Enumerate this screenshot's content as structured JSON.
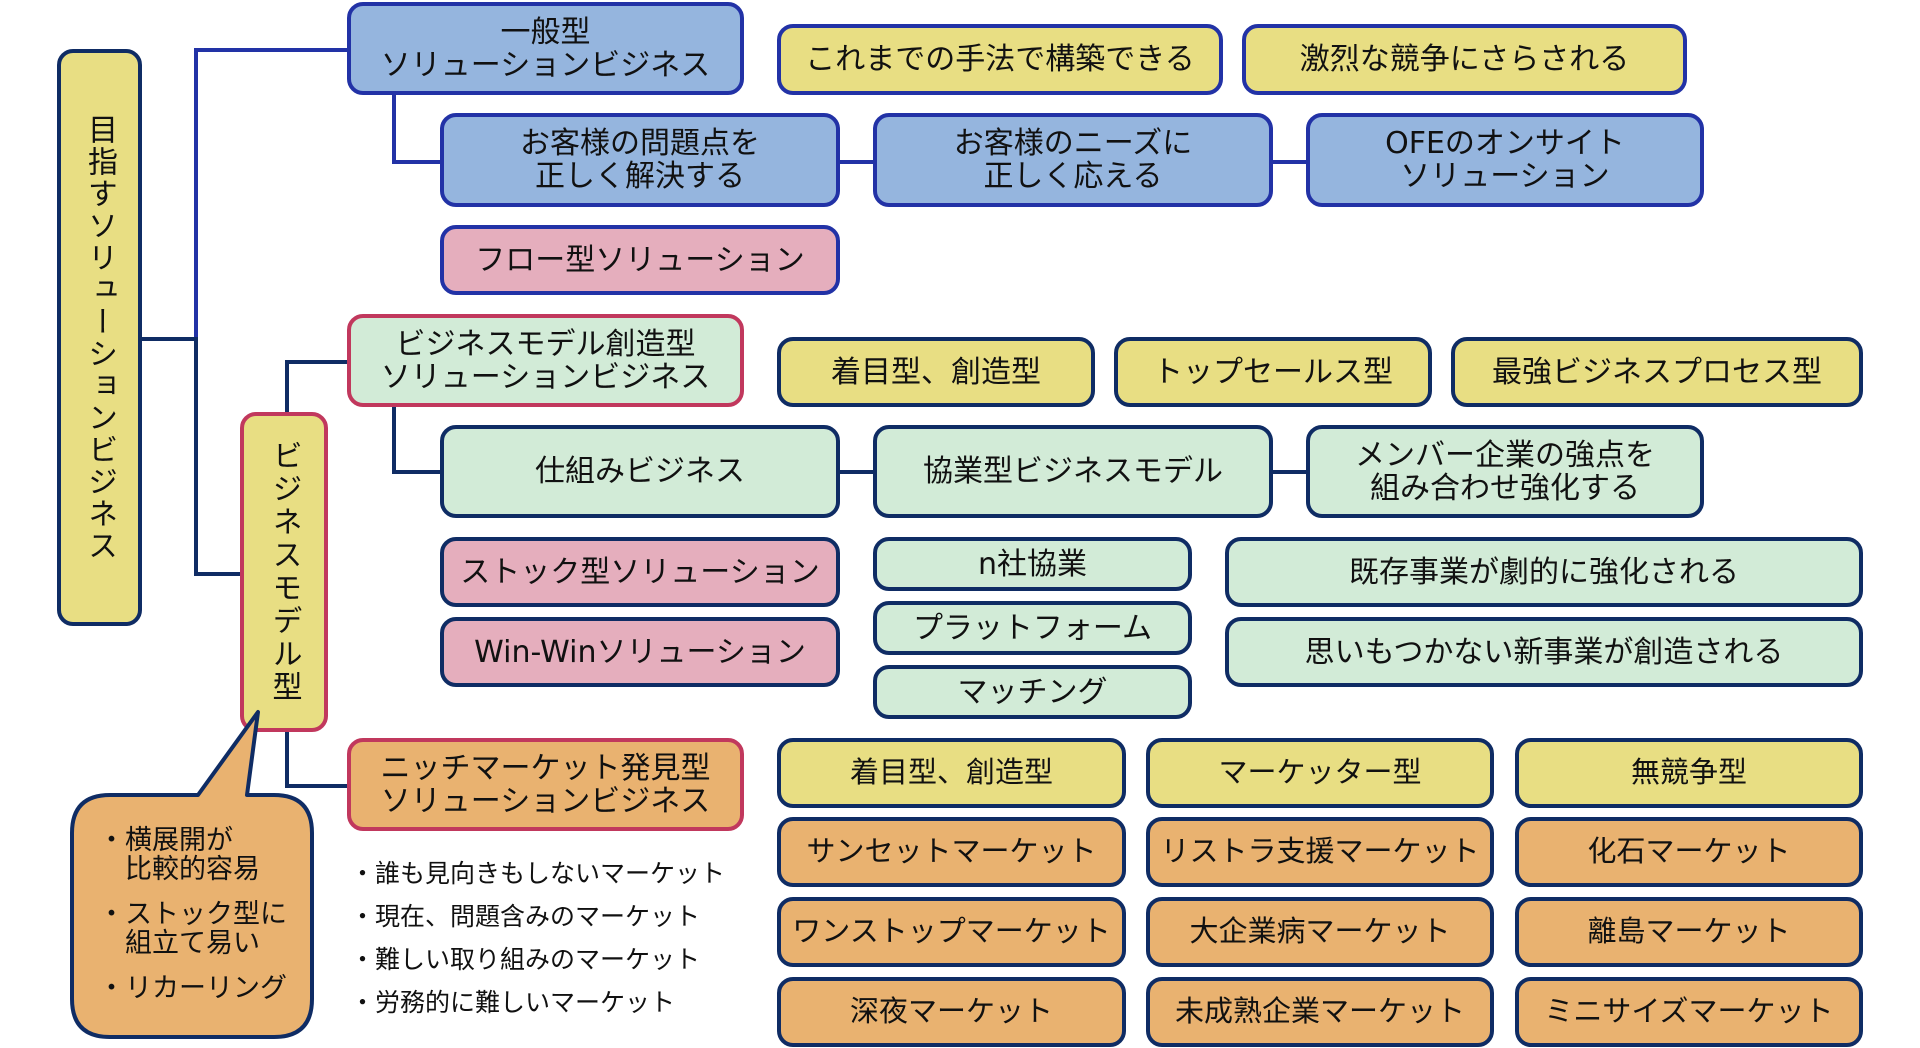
{
  "root": {
    "label": "目指すソリューションビジネス"
  },
  "general": {
    "title": "一般型\nソリューションビジネス",
    "traits": [
      "これまでの手法で構築できる",
      "激烈な競争にさらされる"
    ],
    "chain": [
      "お客様の問題点を\n正しく解決する",
      "お客様のニーズに\n正しく応える",
      "OFEのオンサイト\nソリューション"
    ],
    "solution_type": "フロー型ソリューション"
  },
  "business_model": {
    "category": "ビジネスモデル型",
    "title": "ビジネスモデル創造型\nソリューションビジネス",
    "traits": [
      "着目型、創造型",
      "トップセールス型",
      "最強ビジネスプロセス型"
    ],
    "chain": [
      "仕組みビジネス",
      "協業型ビジネスモデル",
      "メンバー企業の強点を\n組み合わせ強化する"
    ],
    "solution_types": [
      "ストック型ソリューション",
      "Win-Winソリューション"
    ],
    "collaboration_forms": [
      "n社協業",
      "プラットフォーム",
      "マッチング"
    ],
    "outcomes": [
      "既存事業が劇的に強化される",
      "思いもつかない新事業が創造される"
    ]
  },
  "callout": {
    "bullet": "・",
    "items": [
      "横展開が\n比較的容易",
      "ストック型に\n組立て易い",
      "リカーリング"
    ]
  },
  "niche": {
    "title": "ニッチマーケット発見型\nソリューションビジネス",
    "notes": {
      "bullet": "・",
      "items": [
        "誰も見向きもしないマーケット",
        "現在、問題含みのマーケット",
        "難しい取り組みのマーケット",
        "労務的に難しいマーケット"
      ]
    },
    "traits": [
      "着目型、創造型",
      "マーケッター型",
      "無競争型"
    ],
    "markets": [
      [
        "サンセットマーケット",
        "リストラ支援マーケット",
        "化石マーケット"
      ],
      [
        "ワンストップマーケット",
        "大企業病マーケット",
        "離島マーケット"
      ],
      [
        "深夜マーケット",
        "未成熟企業マーケット",
        "ミニサイズマーケット"
      ]
    ]
  },
  "palette": {
    "line_blue": "#2232a6",
    "line_navy": "#0f2c64",
    "crimson": "#c1385d",
    "fill_blue": "#95b5de",
    "fill_yellow": "#e8de83",
    "fill_pink": "#e5aebd",
    "fill_green": "#d2ebd7",
    "fill_orange": "#e9b270"
  }
}
